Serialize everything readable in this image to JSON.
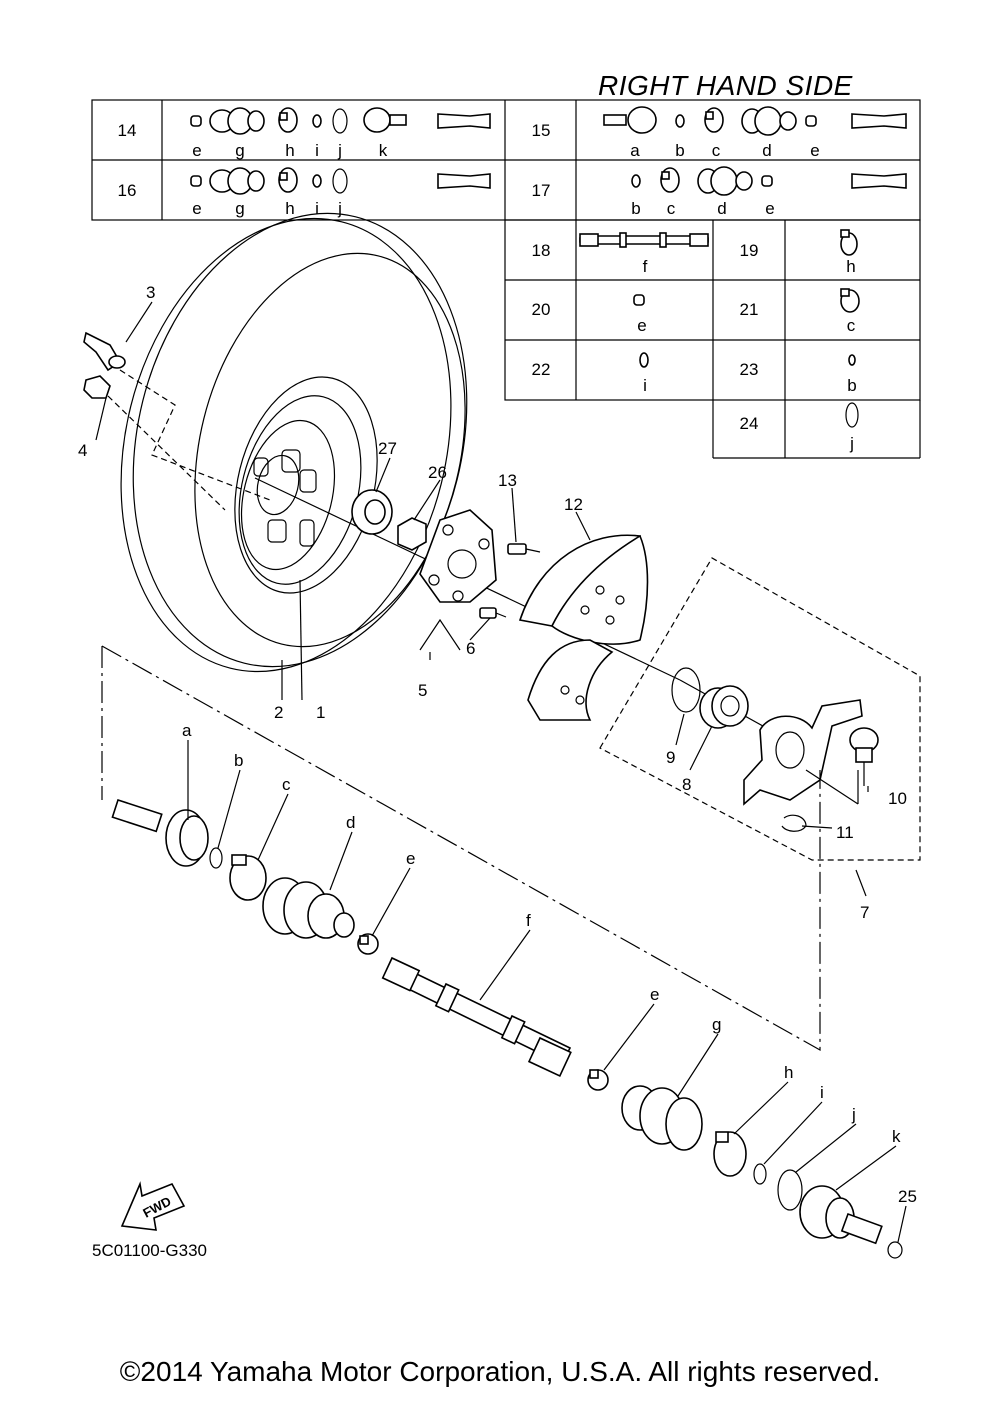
{
  "title": "RIGHT HAND SIDE",
  "diagram_code": "5C01100-G330",
  "copyright": "©2014 Yamaha Motor Corporation, U.S.A. All rights reserved.",
  "fwd_label": "FWD",
  "kits": {
    "k14": {
      "number": "14",
      "letters": [
        "e",
        "g",
        "h",
        "i",
        "j",
        "k"
      ]
    },
    "k15": {
      "number": "15",
      "letters": [
        "a",
        "b",
        "c",
        "d",
        "e"
      ]
    },
    "k16": {
      "number": "16",
      "letters": [
        "e",
        "g",
        "h",
        "i",
        "j"
      ]
    },
    "k17": {
      "number": "17",
      "letters": [
        "b",
        "c",
        "d",
        "e"
      ]
    },
    "k18": {
      "number": "18",
      "letters": [
        "f"
      ]
    },
    "k19": {
      "number": "19",
      "letters": [
        "h"
      ]
    },
    "k20": {
      "number": "20",
      "letters": [
        "e"
      ]
    },
    "k21": {
      "number": "21",
      "letters": [
        "c"
      ]
    },
    "k22": {
      "number": "22",
      "letters": [
        "i"
      ]
    },
    "k23": {
      "number": "23",
      "letters": [
        "b"
      ]
    },
    "k24": {
      "number": "24",
      "letters": [
        "j"
      ]
    }
  },
  "callouts": {
    "n1": "1",
    "n2": "2",
    "n3": "3",
    "n4": "4",
    "n5": "5",
    "n6": "6",
    "n7": "7",
    "n8": "8",
    "n9": "9",
    "n10": "10",
    "n11": "11",
    "n12": "12",
    "n13": "13",
    "n25": "25",
    "n26": "26",
    "n27": "27",
    "a": "a",
    "b": "b",
    "c": "c",
    "d": "d",
    "e1": "e",
    "e2": "e",
    "f": "f",
    "g": "g",
    "h": "h",
    "i": "i",
    "j": "j",
    "k": "k"
  }
}
